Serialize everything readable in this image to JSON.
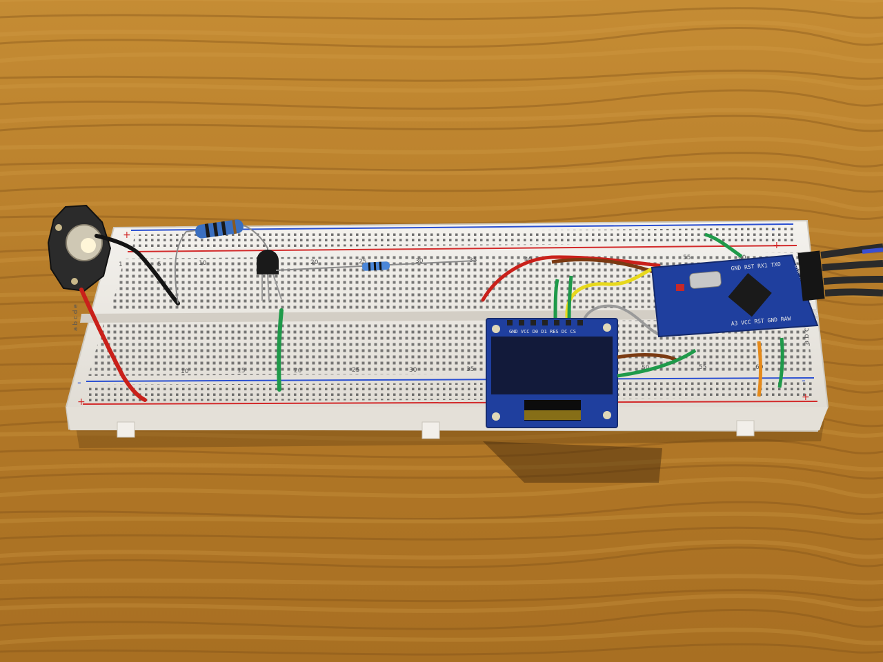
{
  "colors": {
    "wood_base": "#b8832f",
    "wood_light": "#d9a24a",
    "wood_dark": "#7a4e16",
    "board": "#efece6",
    "hole": "#3a3a3a",
    "rail_red": "#d22a2a",
    "rail_blue": "#2a4fd2",
    "pcb_blue": "#1f3f9e",
    "oled_screen": "#121a3a",
    "wire_red": "#c9201a",
    "wire_black": "#141414",
    "wire_green": "#1f9a4a",
    "wire_yellow": "#e7d81c",
    "wire_orange": "#e58a1a",
    "wire_brown": "#7a3a12",
    "wire_gray": "#9a9a9a",
    "led_star": "#2b2b2b",
    "resistor_body": "#3a6fc0"
  },
  "breadboard": {
    "top_rail_plus": "+",
    "top_rail_minus": "-",
    "bottom_rail_plus": "+",
    "bottom_rail_minus": "-",
    "top_row_numbers": [
      "1",
      "5",
      "10",
      "20",
      "25",
      "30",
      "35",
      "40",
      "55",
      "60"
    ],
    "bottom_row_numbers": [
      "10",
      "15",
      "20",
      "25",
      "30",
      "35",
      "50",
      "55",
      "60"
    ],
    "left_letters": "a b c d e",
    "right_letters": "a b c"
  },
  "oled": {
    "pin_labels": "GND VCC D0 D1 RES DC CS"
  },
  "arduino": {
    "top_labels": "GND RST RX1 TXO",
    "bottom_labels": "A3 VCC RST GND RAW",
    "side_label": "DTR TXO RXI VCC GND"
  },
  "icons": [
    "led-star-icon",
    "transistor-icon",
    "resistor-icon",
    "oled-module-icon",
    "arduino-board-icon"
  ]
}
